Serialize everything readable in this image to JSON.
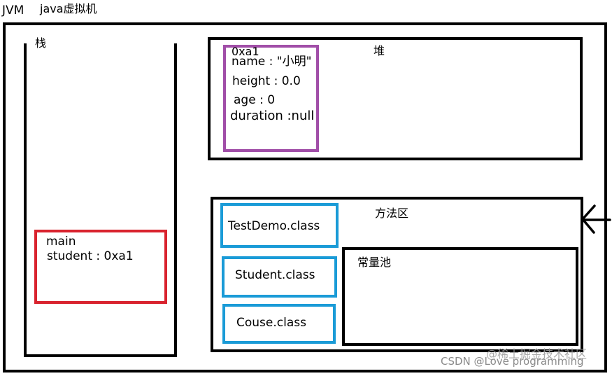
{
  "header": {
    "jvm_label": "JVM",
    "jvm_desc": "java虚拟机"
  },
  "stack": {
    "label": "栈",
    "frame": {
      "title": "main",
      "var": "student : 0xa1"
    }
  },
  "heap": {
    "label": "堆",
    "object": {
      "address": "0xa1",
      "fields": [
        "name : \"小明\"",
        "height : 0.0",
        "age : 0",
        "duration :null"
      ]
    }
  },
  "method_area": {
    "label": "方法区",
    "classes": [
      "TestDemo.class",
      "Student.class",
      "Couse.class"
    ],
    "constant_pool_label": "常量池"
  },
  "watermark": {
    "text": "CSDN @Love programming",
    "overlay": "@稀土掘金技术社区"
  },
  "colors": {
    "stack_frame": "#d9232e",
    "heap_object": "#a14ea8",
    "class_box": "#1a9bd7",
    "frame": "#000000"
  }
}
